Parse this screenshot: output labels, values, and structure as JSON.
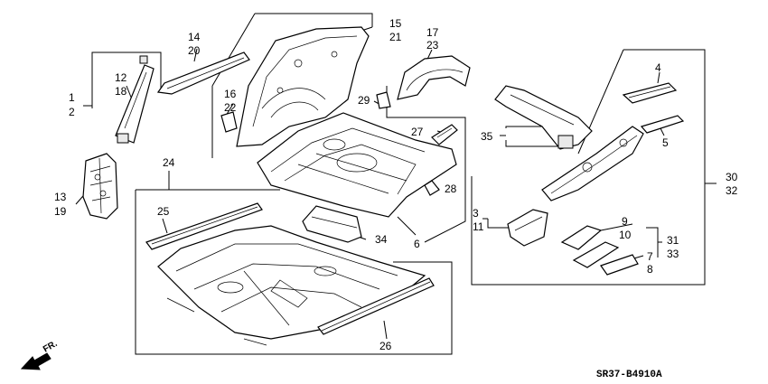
{
  "labels": {
    "p1": "1",
    "p2": "2",
    "p3": "3",
    "p4": "4",
    "p5": "5",
    "p6": "6",
    "p7": "7",
    "p8": "8",
    "p9": "9",
    "p10": "10",
    "p11": "11",
    "p12": "12",
    "p13": "13",
    "p14": "14",
    "p15": "15",
    "p16": "16",
    "p17": "17",
    "p18": "18",
    "p19": "19",
    "p20": "20",
    "p21": "21",
    "p22": "22",
    "p23": "23",
    "p24": "24",
    "p25": "25",
    "p26": "26",
    "p27": "27",
    "p28": "28",
    "p29": "29",
    "p30": "30",
    "p31": "31",
    "p32": "32",
    "p33": "33",
    "p34": "34",
    "p35": "35"
  },
  "direction": "FR.",
  "diagram_code": "SR37-B4910A"
}
